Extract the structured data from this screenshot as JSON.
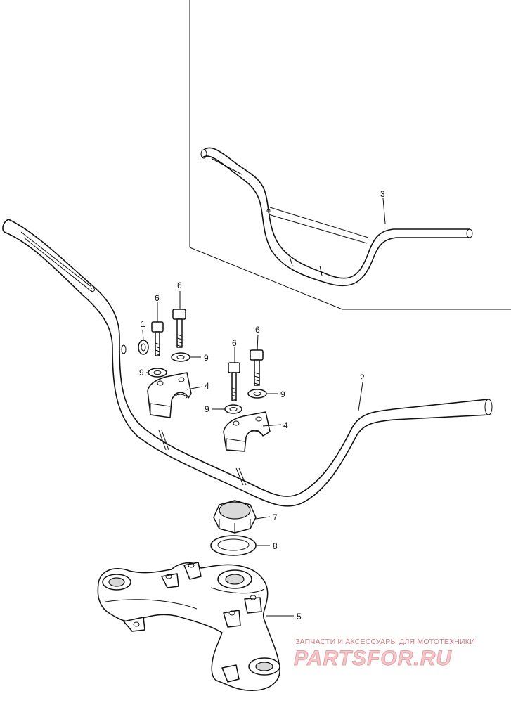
{
  "callouts": {
    "c1": "1",
    "c2": "2",
    "c3": "3",
    "c4a": "4",
    "c4b": "4",
    "c5": "5",
    "c6a": "6",
    "c6b": "6",
    "c6c": "6",
    "c6d": "6",
    "c7": "7",
    "c8": "8",
    "c9a": "9",
    "c9b": "9",
    "c9c": "9",
    "c9d": "9"
  },
  "watermark": {
    "tagline": "ЗАПЧАСТИ И АКСЕССУАРЫ ДЛЯ МОТОТЕХНИКИ",
    "logo": "PARTSFOR.RU"
  }
}
